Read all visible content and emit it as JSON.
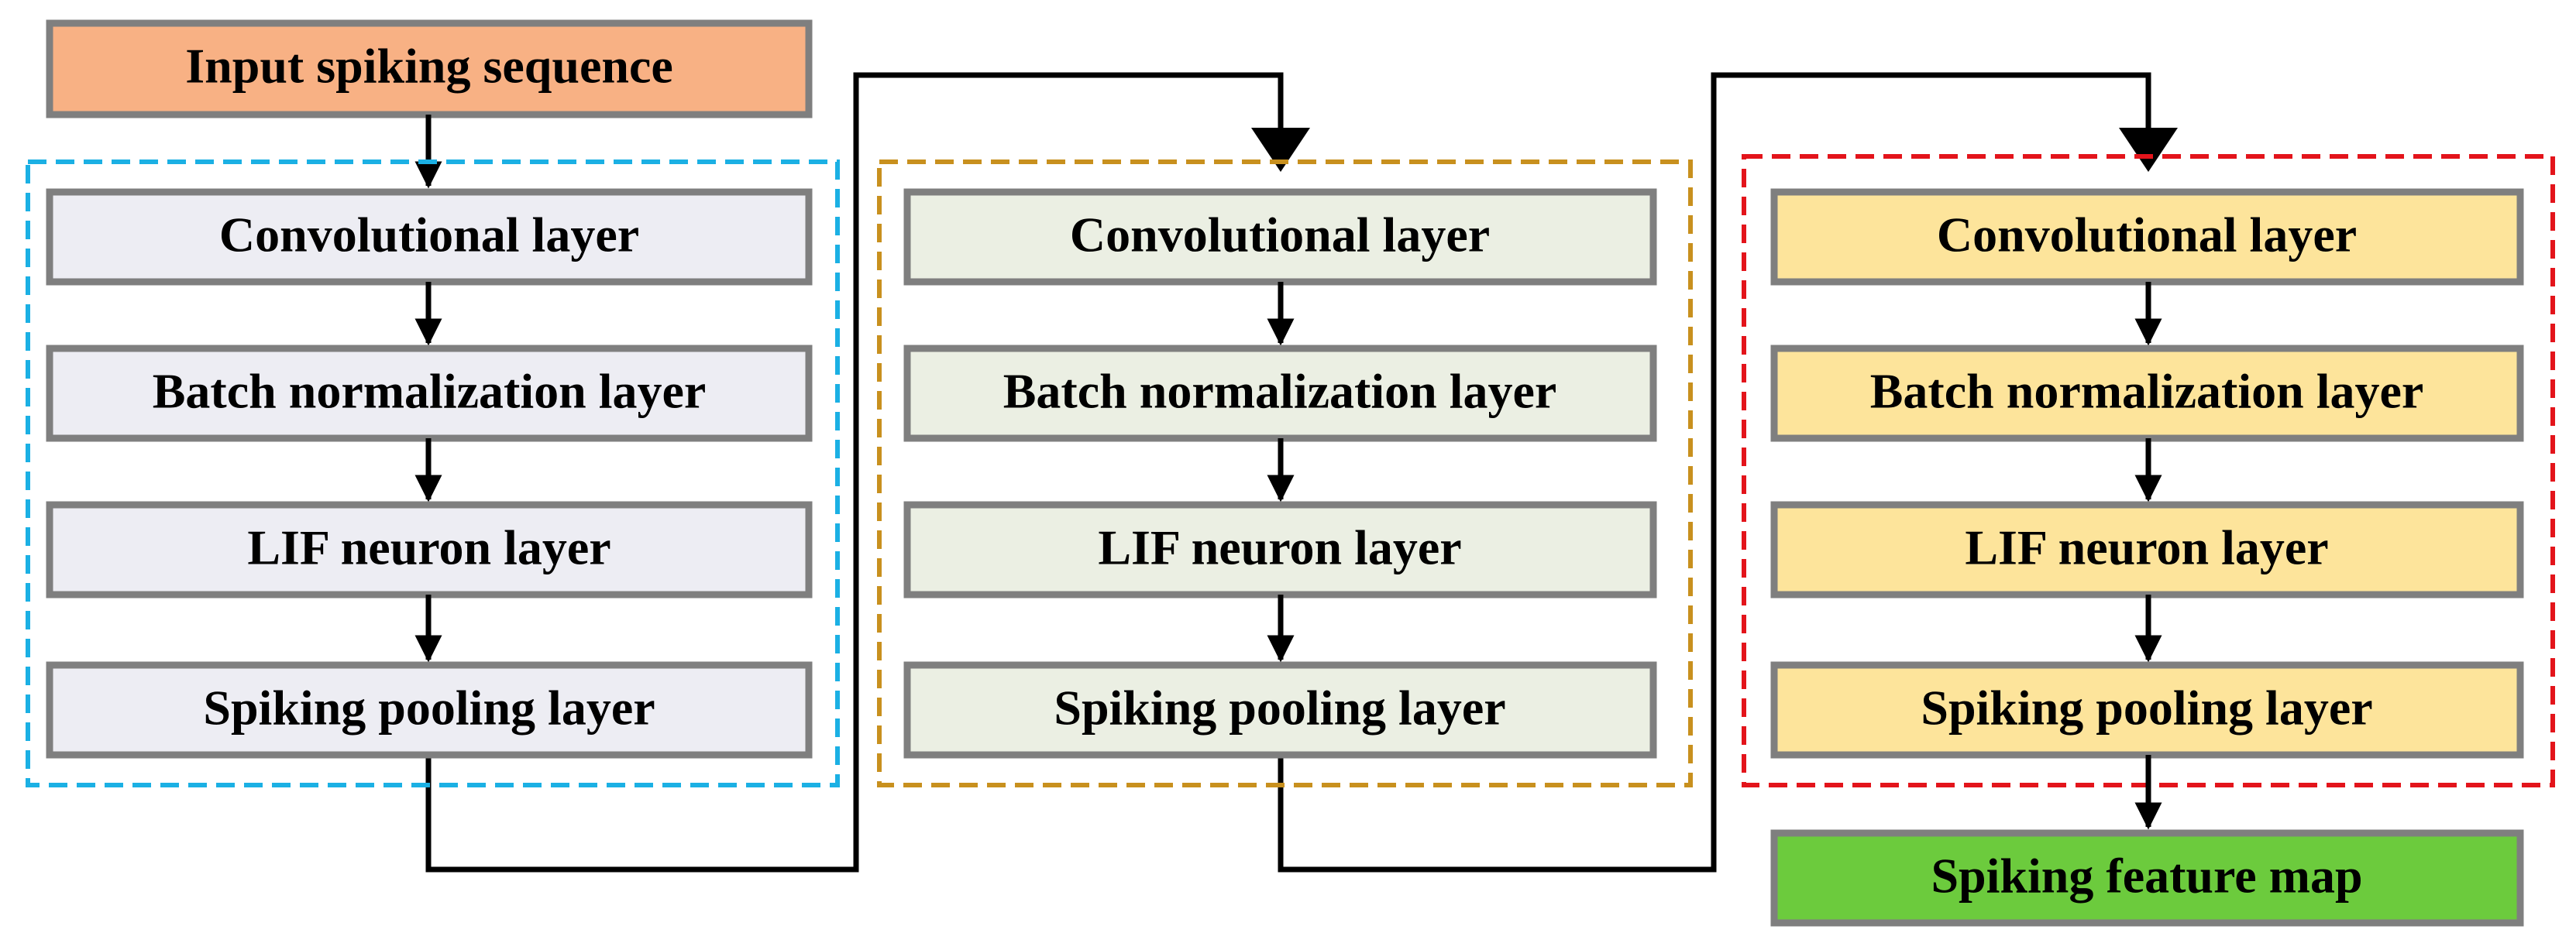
{
  "input": {
    "label": "Input spiking sequence",
    "fill": "#F8B184"
  },
  "blocks": [
    {
      "border": "#1BB0E4",
      "fill": "#EDEDF3",
      "layers": [
        "Convolutional layer",
        "Batch normalization layer",
        "LIF neuron layer",
        "Spiking pooling layer"
      ]
    },
    {
      "border": "#C8901E",
      "fill": "#EBEFE3",
      "layers": [
        "Convolutional layer",
        "Batch normalization layer",
        "LIF neuron layer",
        "Spiking pooling layer"
      ]
    },
    {
      "border": "#E3141B",
      "fill": "#FDE49B",
      "layers": [
        "Convolutional layer",
        "Batch normalization layer",
        "LIF neuron layer",
        "Spiking pooling layer"
      ]
    }
  ],
  "output": {
    "label": "Spiking feature map",
    "fill": "#6CCB3D"
  },
  "colors": {
    "box_border": "#7F7F7F",
    "arrow": "#000000"
  }
}
